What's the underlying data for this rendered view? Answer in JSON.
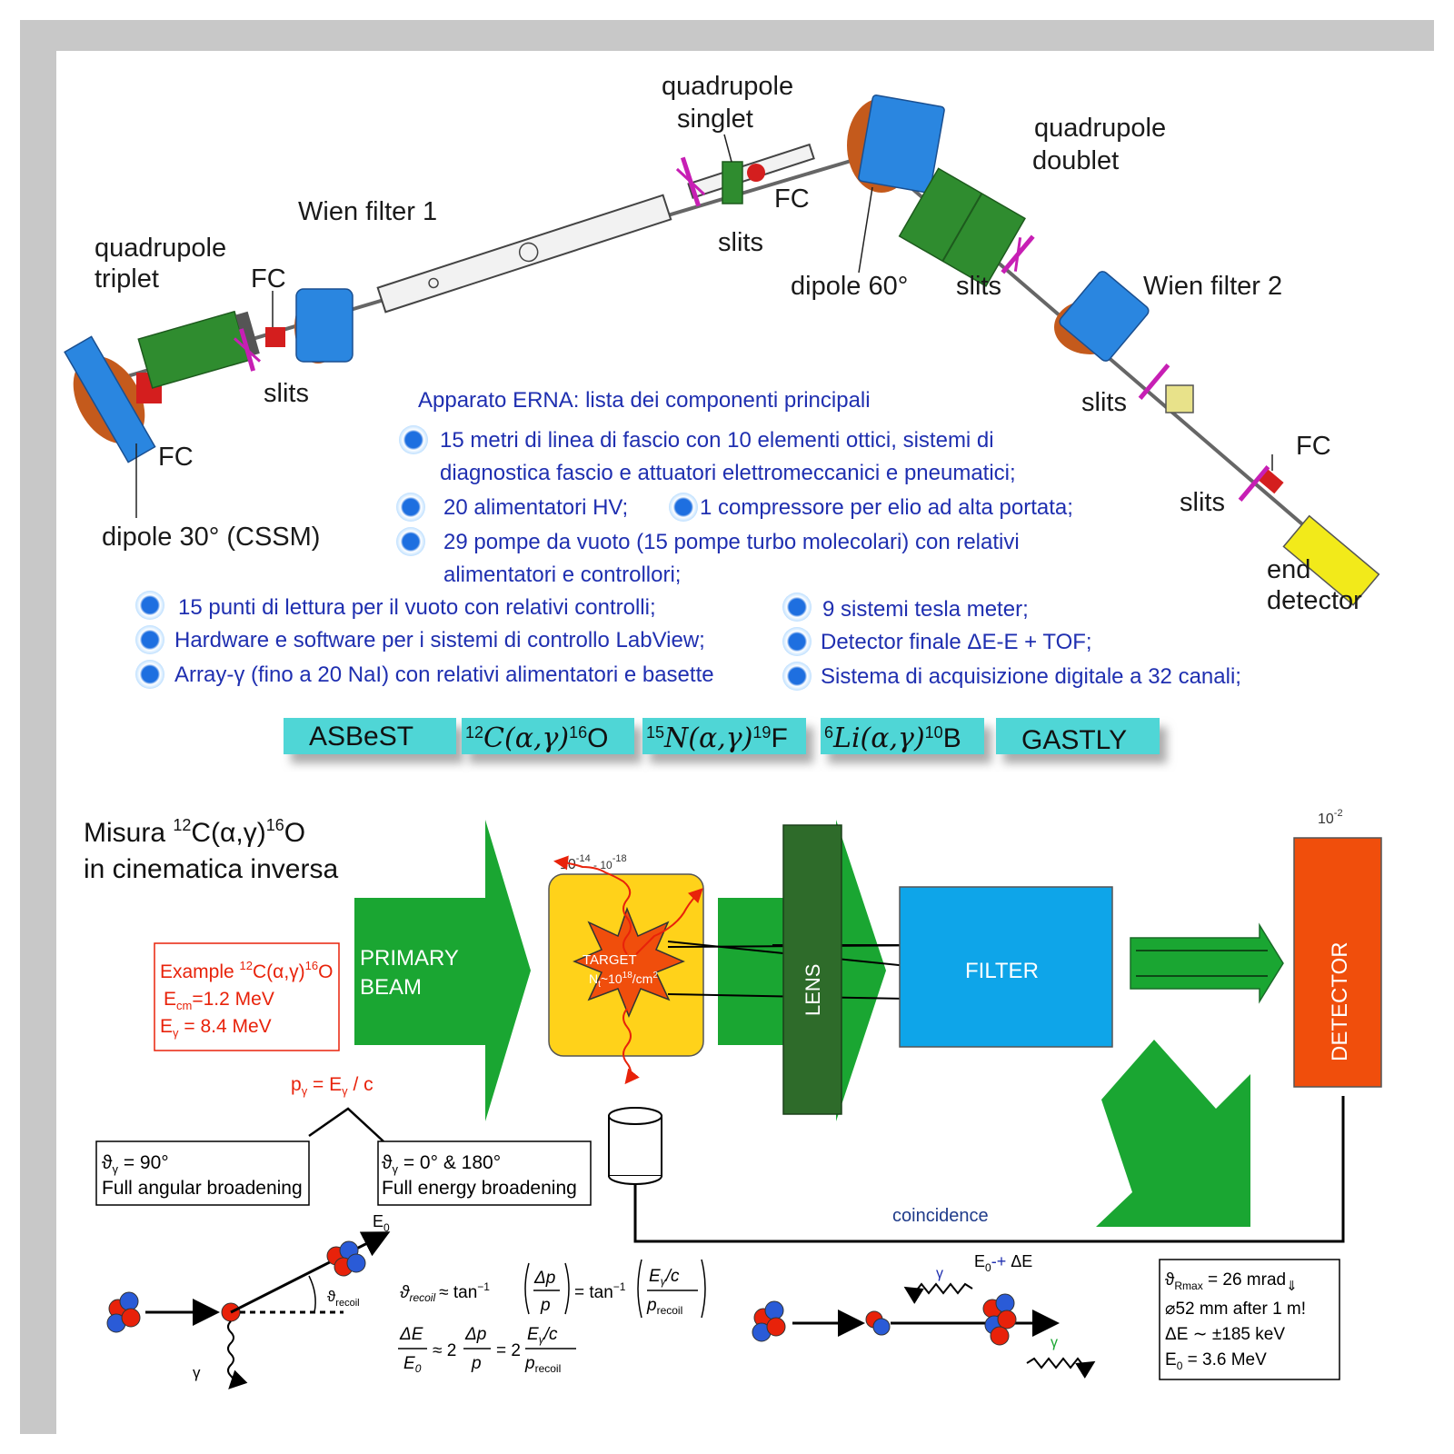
{
  "beamline_labels": {
    "quad_singlet_1": "quadrupole",
    "quad_singlet_2": "singlet",
    "quad_doublet_1": "quadrupole",
    "quad_doublet_2": "doublet",
    "quad_triplet_1": "quadrupole",
    "quad_triplet_2": "triplet",
    "wien1": "Wien filter 1",
    "wien2": "Wien filter 2",
    "fc": "FC",
    "slits": "slits",
    "dipole60": "dipole 60°",
    "dipole30": "dipole 30° (CSSM)",
    "end_detector_1": "end",
    "end_detector_2": "detector"
  },
  "erna": {
    "title": "Apparato ERNA: lista dei componenti principali",
    "items": [
      "15 metri di linea di fascio con 10 elementi ottici, sistemi di",
      "diagnostica fascio  e attuatori elettromeccanici e pneumatici;",
      "20 alimentatori HV;",
      "1 compressore per elio ad alta portata;",
      "29 pompe da vuoto (15 pompe turbo molecolari) con relativi",
      "alimentatori e controllori;",
      "15 punti di lettura per il vuoto con relativi controlli;",
      "Hardware e software per i sistemi di controllo LabView;",
      "Array-γ (fino a 20 NaI) con relativi alimentatori e basette",
      "9 sistemi tesla meter;",
      "Detector finale ΔE-E + TOF;",
      "Sistema di acquisizione digitale a 32 canali;"
    ]
  },
  "tags": {
    "t1": "ASBeST",
    "t2_pre": "12",
    "t2_mid": "C(α,γ)",
    "t2_sup": "16",
    "t2_end": "O",
    "t3_pre": "15",
    "t3_mid": "N(α,γ)",
    "t3_sup": "19",
    "t3_end": "F",
    "t4_pre": "6",
    "t4_mid": "Li(α,γ)",
    "t4_sup": "10",
    "t4_end": "B",
    "t5": "GASTLY"
  },
  "scheme": {
    "title_1": "Misura ",
    "title_sup1": "12",
    "title_mid": "C(α,γ)",
    "title_sup2": "16",
    "title_end": "O",
    "title_2": "in cinematica inversa",
    "example_1": "Example ",
    "example_sup1": "12",
    "example_mid": "C(α,γ)",
    "example_sup2": "16",
    "example_end": "O",
    "ecm": "E",
    "ecm_sub": "cm",
    "ecm_val": "=1.2 MeV",
    "egamma": "E",
    "egamma_sub": "γ",
    "egamma_val": " = 8.4 MeV",
    "primary_1": "PRIMARY",
    "primary_2": "BEAM",
    "target_1": "TARGET",
    "target_2": "N",
    "target_2_sub": "t",
    "target_2_val": "~10",
    "target_2_sup": "18",
    "target_2_end": "/cm",
    "target_2_sup2": "2",
    "target_exp_1": "10",
    "target_exp_1_sup": "-14",
    "target_exp_2": " - 10",
    "target_exp_2_sup": "-18",
    "lens": "LENS",
    "filter": "FILTER",
    "detector": "DETECTOR",
    "det_exp": "10",
    "det_exp_sup": "-2",
    "coincidence": "coincidence",
    "pgamma": "p",
    "pgamma_sub": "γ",
    "pgamma_val": " = E",
    "pgamma_sub2": "γ",
    "pgamma_end": " / c",
    "box1_1": "ϑ",
    "box1_1_sub": "γ",
    "box1_1_val": " = 90°",
    "box1_2": "Full angular broadening",
    "box2_1": "ϑ",
    "box2_1_sub": "γ",
    "box2_1_val": " = 0° & 180°",
    "box2_2": "Full energy broadening",
    "e0": "E",
    "e0_sub": "0",
    "theta_recoil": "ϑ",
    "theta_recoil_sub": "recoil",
    "gamma": "γ",
    "formula1_lhs": "ϑ",
    "formula1_lhs_sub": "recoil",
    "formula1_approx": "≈ tan",
    "formula1_inv": "−1",
    "formula1_num": "Δp",
    "formula1_den": "p",
    "formula1_eq": "= tan",
    "formula1_num2": "E",
    "formula1_num2_sub": "γ",
    "formula1_num2_end": "/c",
    "formula1_den2": "p",
    "formula1_den2_sub": "recoil",
    "formula2_num": "ΔE",
    "formula2_den": "E",
    "formula2_den_sub": "0",
    "formula2_approx": "≈ 2",
    "formula2_mid": "= 2",
    "e0_de": "E",
    "e0_de_sub": "0",
    "e0_de_pm": "-+",
    "e0_de_end": " ΔE",
    "res_1": "ϑ",
    "res_1_sub": "Rmax",
    "res_1_val": " = 26 mrad",
    "res_arrow": "⇓",
    "res_2": "⌀52 mm after 1 m!",
    "res_3": "ΔE  ∼  ±185 keV",
    "res_4": "E",
    "res_4_sub": "0",
    "res_4_val": " = 3.6 MeV"
  },
  "colors": {
    "green": "#1aa632",
    "dark_green": "#2e6b2a",
    "blue": "#1e88e5",
    "orange": "#f04e0c",
    "yellow": "#ffd21a",
    "teal": "#4fd6d6",
    "red": "#e8220a",
    "text_blue": "#1f2fb0"
  }
}
